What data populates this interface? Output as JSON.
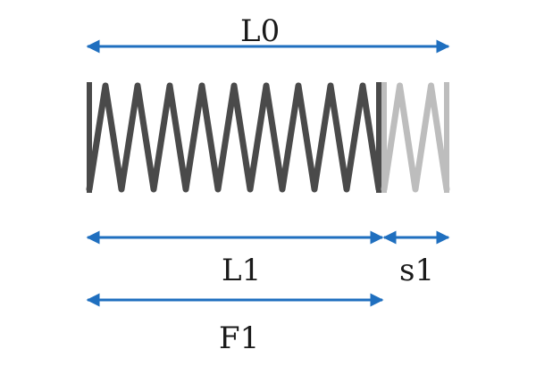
{
  "labels": {
    "l0": "L0",
    "l1": "L1",
    "s1": "s1",
    "f1": "F1"
  },
  "colors": {
    "arrow": "#1f6fbf",
    "spring_dark": "#4a4a4a",
    "spring_light": "#bdbdbd",
    "text": "#1a1a1a"
  },
  "spring": {
    "coils_compressed": 9,
    "coils_extension": 2
  }
}
